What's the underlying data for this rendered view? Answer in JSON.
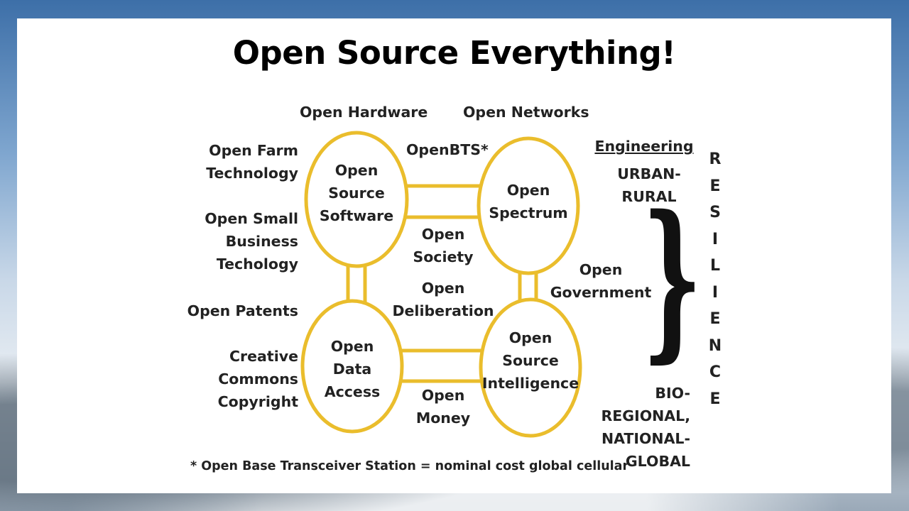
{
  "title": "Open Source Everything!",
  "nodes": {
    "software": "Open\nSource\nSoftware",
    "spectrum": "Open\nSpectrum",
    "data": "Open\nData\nAccess",
    "intelligence": "Open\nSource\nIntelligence"
  },
  "labels": {
    "hardware": "Open Hardware",
    "networks": "Open Networks",
    "openbts": "OpenBTS*",
    "farm": "Open Farm\nTechnology",
    "small_business": "Open Small\nBusiness\nTechology",
    "patents": "Open Patents",
    "creative_commons": "Creative\nCommons\nCopyright",
    "society": "Open\nSociety",
    "deliberation": "Open\nDeliberation",
    "money": "Open\nMoney",
    "government": "Open\nGovernment",
    "engineering": "Engineering",
    "urban_rural": "URBAN-\nRURAL",
    "bio_regional": "BIO-\nREGIONAL,\nNATIONAL-\nGLOBAL",
    "resilience": "R\nE\nS\nI\nL\nI\nE\nN\nC\nE",
    "brace": "}",
    "footnote": "* Open Base Transceiver Station = nominal cost global cellular"
  },
  "colors": {
    "ring": "#eabd2c",
    "text": "#222222",
    "panel": "#ffffff"
  }
}
